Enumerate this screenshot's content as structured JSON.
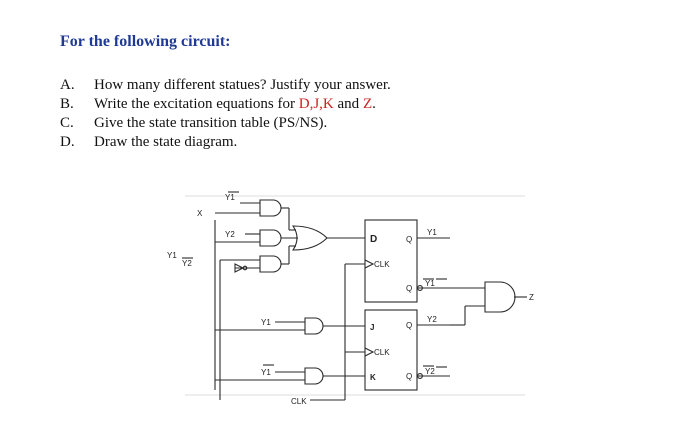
{
  "title": "For the following circuit:",
  "questions": [
    {
      "letter": "A.",
      "text": "How many different statues? Justify your answer."
    },
    {
      "letter": "B.",
      "text_before": "Write the excitation equations for ",
      "highlight_1": "D,J,K",
      "text_middle": " and ",
      "highlight_2": "Z",
      "text_after": "."
    },
    {
      "letter": "C.",
      "text": "Give the state transition table (PS/NS)."
    },
    {
      "letter": "D.",
      "text": "Draw the state diagram."
    }
  ],
  "circuit": {
    "input_x": "X",
    "input_y1": "Y1",
    "gate_input_y1bar": "Y1",
    "gate_input_y2": "Y2",
    "gate_input_y2bar": "Y2",
    "lower_gate_y1": "Y1",
    "lower_gate_y1bar": "Y1",
    "clock": "CLK",
    "ff1": {
      "input": "D",
      "clk": "CLK",
      "q": "Q",
      "qbar": "Q",
      "out_q": "Y1",
      "out_qbar": "Y1"
    },
    "ff2": {
      "input_j": "J",
      "input_k": "K",
      "clk": "CLK",
      "q": "Q",
      "qbar": "Q",
      "out_q": "Y2",
      "out_qbar": "Y2"
    },
    "output": "Z"
  }
}
